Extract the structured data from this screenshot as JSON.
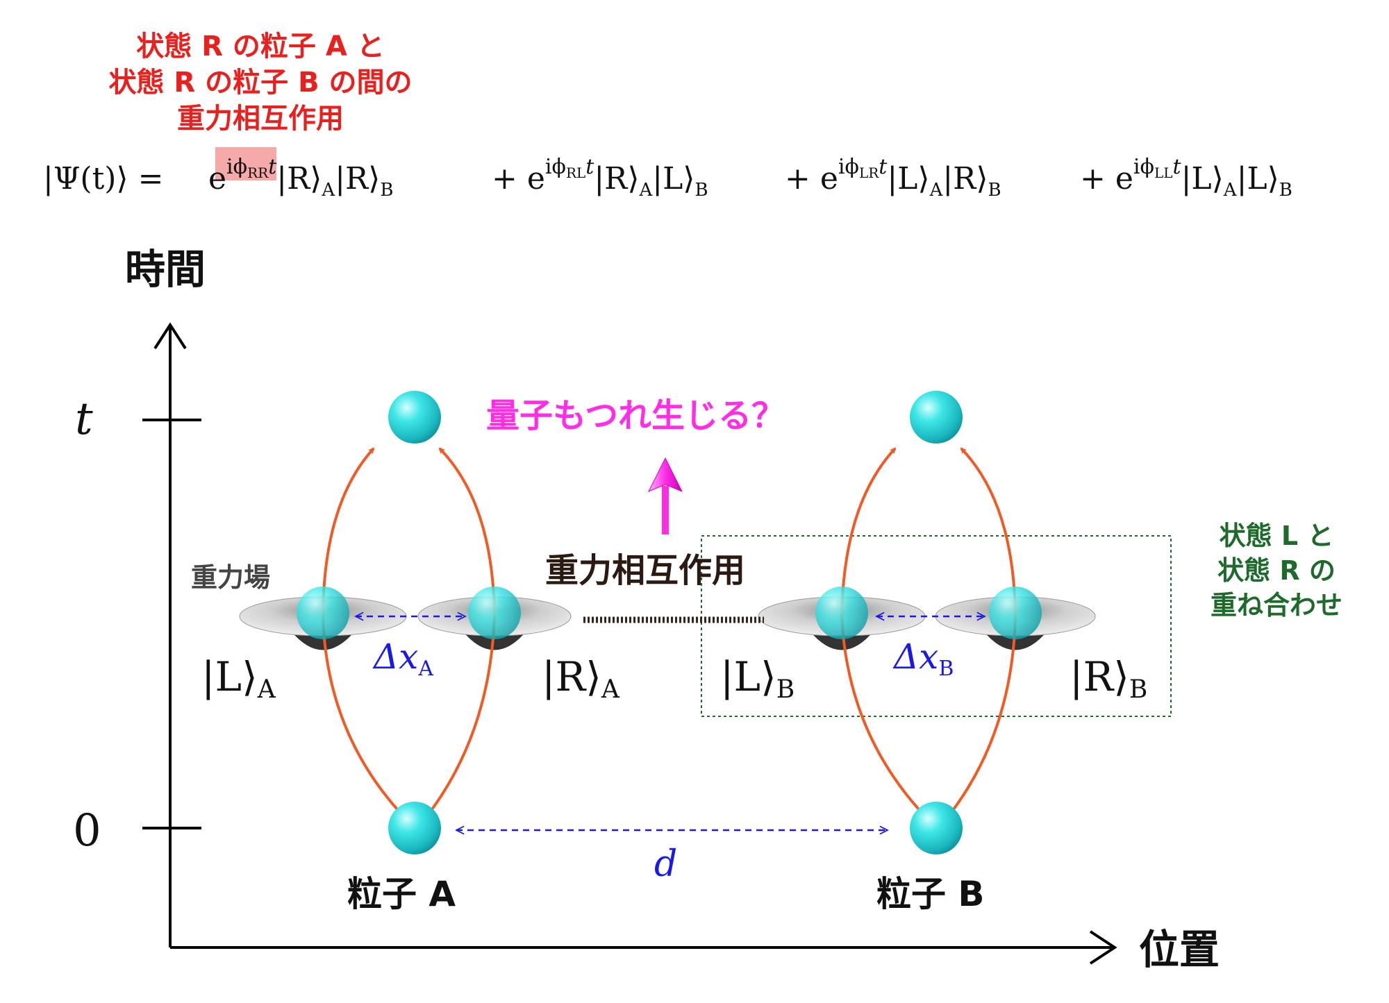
{
  "note": {
    "lines": [
      "状態 R の粒子 A と",
      "状態 R の粒子 B の間の",
      "重力相互作用"
    ],
    "color": "#e8201e"
  },
  "equation": {
    "lhs": "|Ψ(t)⟩ =",
    "terms": [
      {
        "exp_sub": "RR",
        "kets": [
          [
            "R",
            "A"
          ],
          [
            "R",
            "B"
          ]
        ],
        "highlight": true
      },
      {
        "exp_sub": "RL",
        "kets": [
          [
            "R",
            "A"
          ],
          [
            "L",
            "B"
          ]
        ],
        "highlight": false
      },
      {
        "exp_sub": "LR",
        "kets": [
          [
            "L",
            "A"
          ],
          [
            "R",
            "B"
          ]
        ],
        "highlight": false
      },
      {
        "exp_sub": "LL",
        "kets": [
          [
            "L",
            "A"
          ],
          [
            "L",
            "B"
          ]
        ],
        "highlight": false
      }
    ],
    "highlight_color": "#f6a9a9"
  },
  "axes": {
    "y_label": "時間",
    "x_label": "位置",
    "tick_t": "t",
    "tick_0": "0"
  },
  "labels": {
    "entanglement": "量子もつれ生じる？",
    "gravity_interaction": "重力相互作用",
    "gravity_field": "重力場",
    "superposition": [
      "状態 L と",
      "状態 R の",
      "重ね合わせ"
    ],
    "particle_a": "粒子 A",
    "particle_b": "粒子 B",
    "ket_la": [
      "L",
      "A"
    ],
    "ket_ra": [
      "R",
      "A"
    ],
    "ket_lb": [
      "L",
      "B"
    ],
    "ket_rb": [
      "R",
      "B"
    ],
    "delta_xa": [
      "Δx",
      "A"
    ],
    "delta_xb": [
      "Δx",
      "B"
    ],
    "distance": "d"
  },
  "colors": {
    "particle": "#2ee0e0",
    "path": "#ef5a25",
    "dashed_arrow": "#1a1ae6",
    "entangle": "#ff2ee6",
    "superposition": "#1d6a2a",
    "axis": "#000000"
  }
}
